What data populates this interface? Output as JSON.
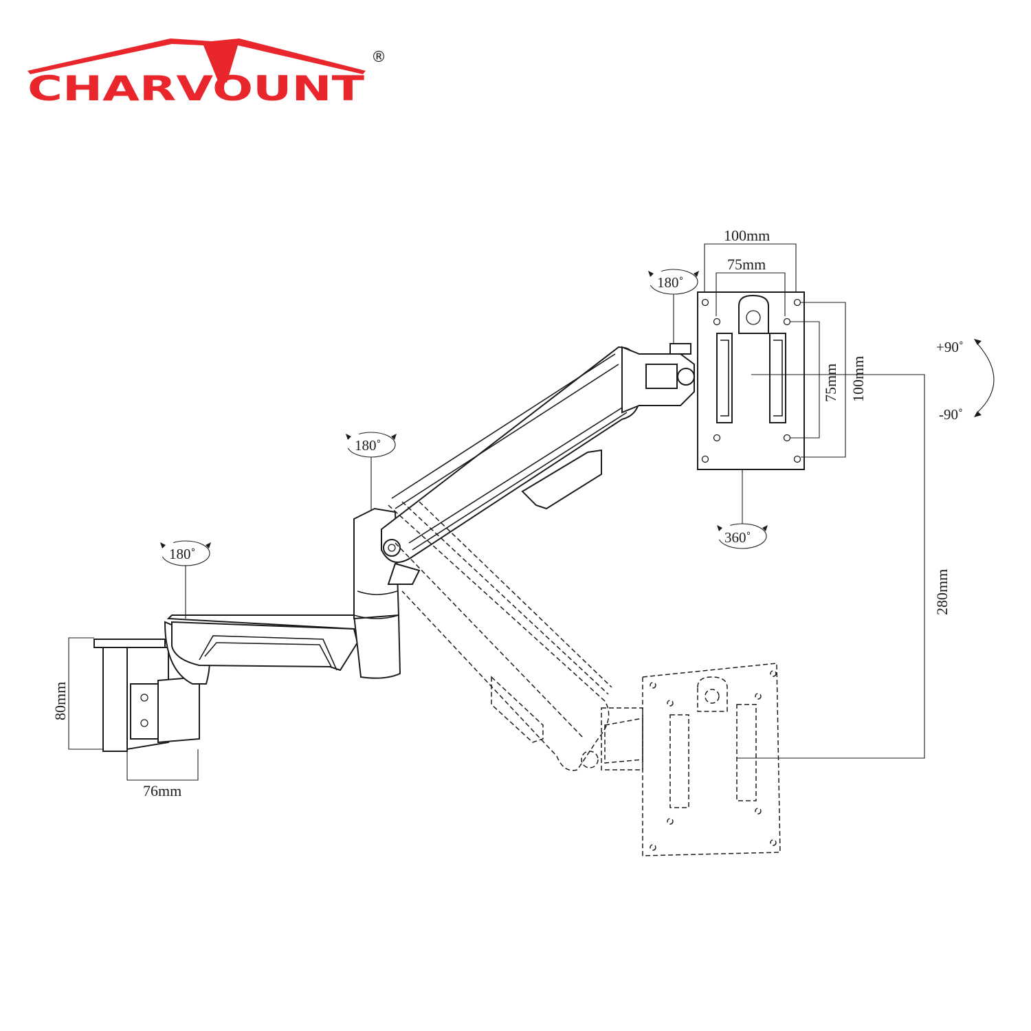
{
  "brand": {
    "name": "CHARVOUNT",
    "registered_mark": "®",
    "color": "#e8262b"
  },
  "dimensions": {
    "vesa_outer_width": "100mm",
    "vesa_inner_width": "75mm",
    "vesa_inner_height": "75mm",
    "vesa_outer_height": "100mm",
    "height_adjust": "280mm",
    "base_height": "80mm",
    "base_width": "76mm"
  },
  "rotations": {
    "base_swivel": "180˚",
    "elbow_swivel": "180˚",
    "head_swivel": "180˚",
    "plate_rotation": "360˚",
    "tilt_up": "+90˚",
    "tilt_down": "-90˚"
  },
  "colors": {
    "line": "#1a1a1a",
    "background": "#ffffff"
  }
}
